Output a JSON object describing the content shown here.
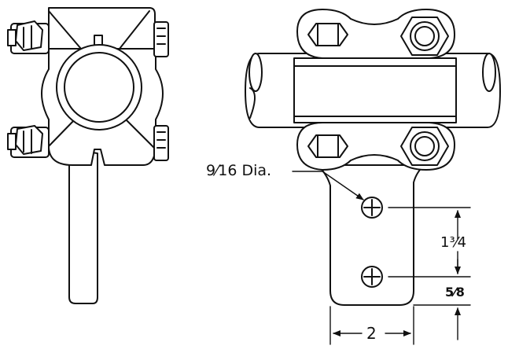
{
  "annotations": {
    "hole_dia": "9⁄16 Dia.",
    "hole_spacing": "1³⁄4",
    "edge_distance": "5⁄8",
    "tab_width": "2"
  },
  "colors": {
    "line": "#111111",
    "fill": "#ffffff",
    "shade": "#e6e6e6"
  }
}
